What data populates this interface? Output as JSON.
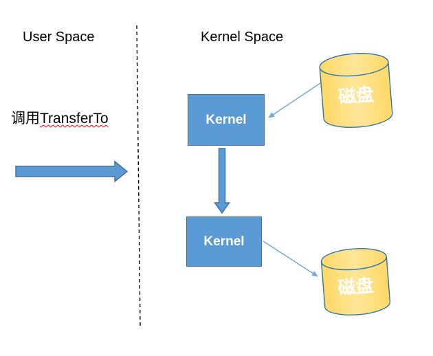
{
  "labels": {
    "user_space": "User Space",
    "kernel_space": "Kernel Space",
    "call_prefix": "调用",
    "call_misspelled_word": "TransferTo"
  },
  "nodes": {
    "kernel_box_top": {
      "label": "Kernel"
    },
    "kernel_box_bottom": {
      "label": "Kernel"
    },
    "disk_top": {
      "label": "磁盘"
    },
    "disk_bottom": {
      "label": "磁盘"
    }
  },
  "colors": {
    "background": "#ffffff",
    "label_text": "#000000",
    "spellcheck_underline": "#ff0000",
    "box_fill": "#5b9bd5",
    "box_border": "#41719c",
    "box_text": "#ffffff",
    "thick_arrow_fill": "#5b9bd5",
    "thick_arrow_border": "#41719c",
    "thin_arrow": "#74a9d8",
    "cylinder_fill_edge": "#ffd966",
    "cylinder_fill_center": "#ffe699",
    "cylinder_border": "#2e74a6",
    "cylinder_text": "#ffffff",
    "divider": "#000000"
  }
}
